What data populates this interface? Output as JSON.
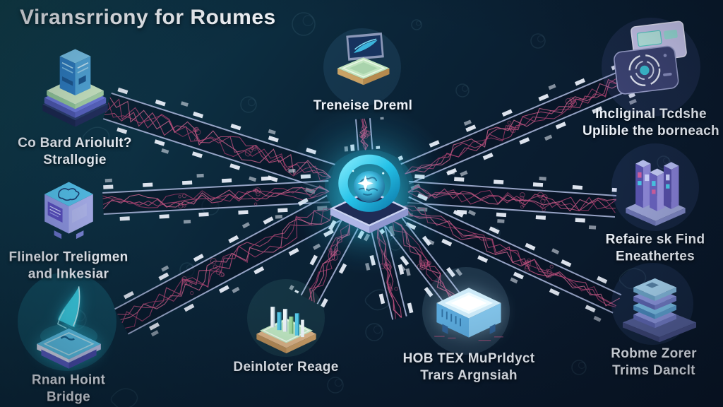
{
  "title": "Viransrriony for Roumes",
  "nodes": [
    {
      "id": "top-left",
      "icon": "server-stack",
      "label_lines": [
        "Co Bard Ariolult?",
        "Strallogie"
      ]
    },
    {
      "id": "mid-left",
      "icon": "ai-cube",
      "label_lines": [
        "Flinelor Treligmen",
        "and Inkesiar"
      ]
    },
    {
      "id": "bottom-left",
      "icon": "hologram-platform",
      "label_lines": [
        "Rnan Hoint",
        "Bridge"
      ]
    },
    {
      "id": "top-center",
      "icon": "laptop-screen",
      "label_lines": [
        "Treneise Dreml"
      ]
    },
    {
      "id": "hub",
      "icon": "ai-core-hub",
      "label_lines": []
    },
    {
      "id": "deploy",
      "icon": "circuit-board-bars",
      "label_lines": [
        "Deinloter Reage"
      ]
    },
    {
      "id": "product",
      "icon": "server-module",
      "label_lines": [
        "HOB TEX MuPrldyct",
        "Trars Argnsiah"
      ]
    },
    {
      "id": "top-right",
      "icon": "target-cards",
      "label_lines": [
        "Incliginal Tcdshe",
        "Uplible the borneach"
      ]
    },
    {
      "id": "mid-right",
      "icon": "data-towers",
      "label_lines": [
        "Refaire sk Find",
        "Eneathertes"
      ]
    },
    {
      "id": "bottom-right",
      "icon": "layer-stack",
      "label_lines": [
        "Robme Zorer",
        "Trims Danclt"
      ]
    }
  ],
  "colors": {
    "background_top": "#12444f",
    "background_bottom": "#091627",
    "accent_cyan": "#2ed8f5",
    "circuit_pink": "#c2517f",
    "road_border": "#aab6da",
    "road_dash": "#e9eef8",
    "label_text": "#edf2f9"
  }
}
